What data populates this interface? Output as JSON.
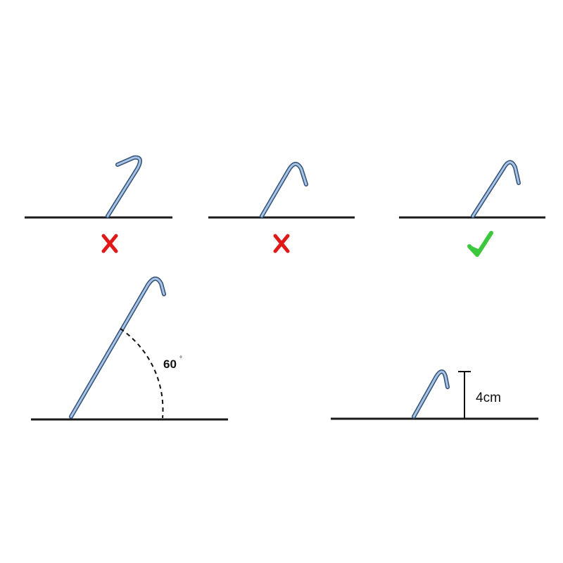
{
  "colors": {
    "ground": "#1a1a1a",
    "peg_stroke": "#2f4f79",
    "peg_fill": "#a9c4e2",
    "wrong_mark": "#e01818",
    "correct_mark": "#3cc83c"
  },
  "examples": [
    {
      "name": "example-wrong-1",
      "verdict": "wrong",
      "mark_icon": "cross-icon"
    },
    {
      "name": "example-wrong-2",
      "verdict": "wrong",
      "mark_icon": "cross-icon"
    },
    {
      "name": "example-correct",
      "verdict": "correct",
      "mark_icon": "checkmark-icon"
    }
  ],
  "angle_diagram": {
    "angle_value": "60",
    "angle_unit_symbol": "°"
  },
  "depth_diagram": {
    "height_label": "4cm"
  }
}
